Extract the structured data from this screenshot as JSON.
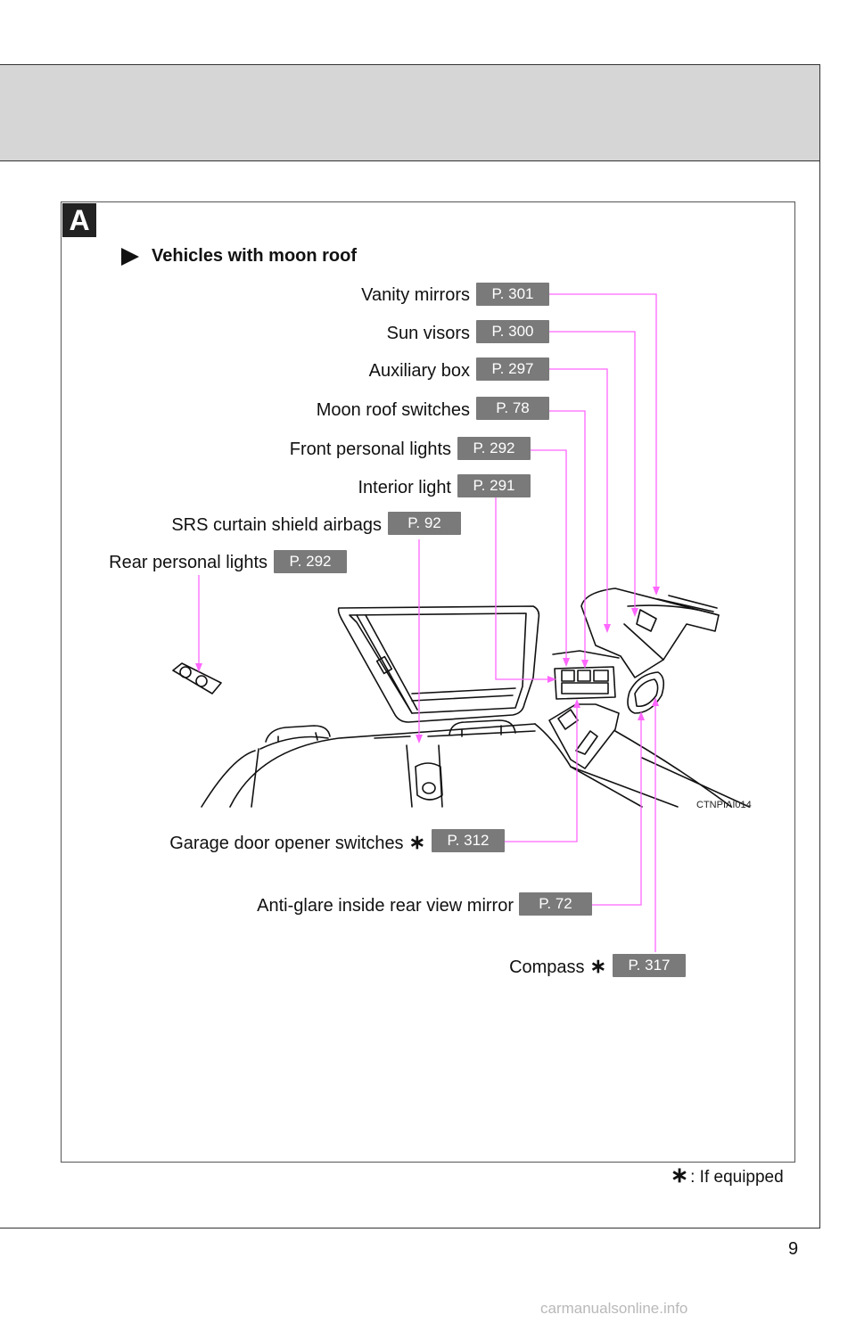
{
  "section_letter": "A",
  "heading": "Vehicles with moon roof",
  "callouts": [
    {
      "label": "Vanity mirrors",
      "page": "P. 301"
    },
    {
      "label": "Sun visors",
      "page": "P. 300"
    },
    {
      "label": "Auxiliary box",
      "page": "P. 297"
    },
    {
      "label": "Moon roof switches",
      "page": "P. 78"
    },
    {
      "label": "Front personal lights",
      "page": "P. 292"
    },
    {
      "label": "Interior light",
      "page": "P. 291"
    },
    {
      "label": "SRS curtain shield airbags",
      "page": "P. 92"
    },
    {
      "label": "Rear personal lights",
      "page": "P. 292"
    },
    {
      "label": "Garage door opener switches",
      "page": "P. 312",
      "equipped_mark": "∗"
    },
    {
      "label": "Anti-glare inside rear view mirror",
      "page": "P. 72"
    },
    {
      "label": "Compass",
      "page": "P. 317",
      "equipped_mark": "∗"
    }
  ],
  "figure_code": "CTNPIAI014",
  "footnote": {
    "mark": "∗",
    "text": ": If equipped"
  },
  "page_number": "9",
  "watermark": "carmanualsonline.info",
  "colors": {
    "leader_line": "#ff66ff",
    "page_pill": "#7a7a7a",
    "header_band": "#d6d6d6"
  }
}
